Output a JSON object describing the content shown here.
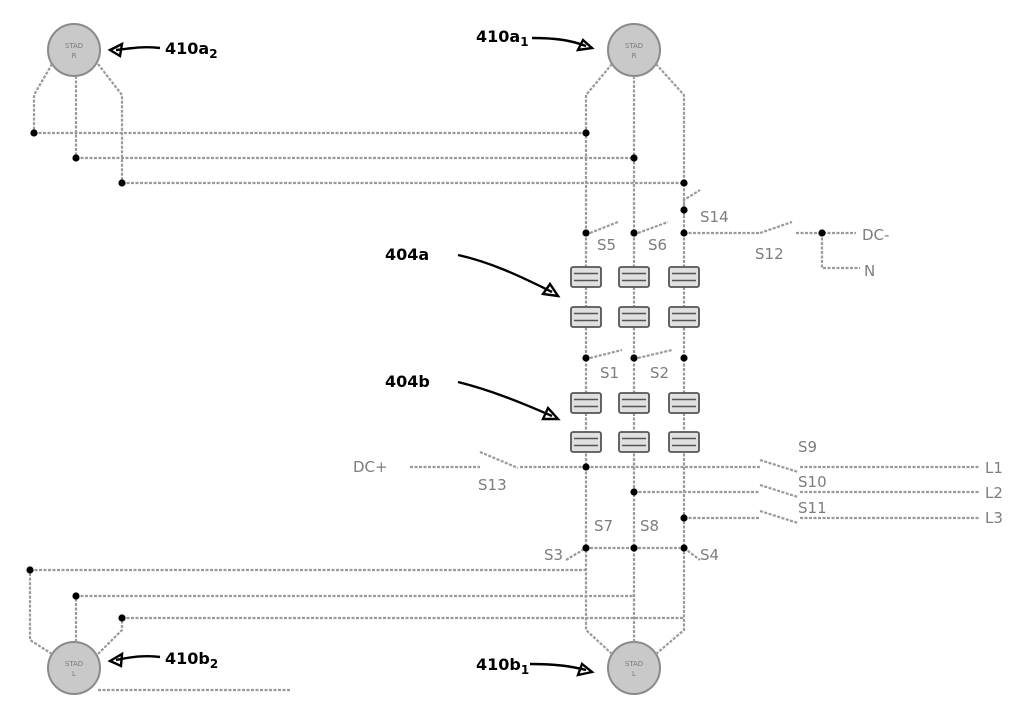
{
  "motors": {
    "a1": {
      "line1": "STAD",
      "line2": "R"
    },
    "a2": {
      "line1": "STAD",
      "line2": "R"
    },
    "b1": {
      "line1": "STAD",
      "line2": "L"
    },
    "b2": {
      "line1": "STAD",
      "line2": "L"
    }
  },
  "refs": {
    "m410a1": {
      "main": "410a",
      "sub": "1"
    },
    "m410a2": {
      "main": "410a",
      "sub": "2"
    },
    "m410b1": {
      "main": "410b",
      "sub": "1"
    },
    "m410b2": {
      "main": "410b",
      "sub": "2"
    },
    "r404a": "404a",
    "r404b": "404b"
  },
  "switches": {
    "S1": "S1",
    "S2": "S2",
    "S3": "S3",
    "S4": "S4",
    "S5": "S5",
    "S6": "S6",
    "S7": "S7",
    "S8": "S8",
    "S9": "S9",
    "S10": "S10",
    "S11": "S11",
    "S12": "S12",
    "S13": "S13",
    "S14": "S14"
  },
  "terminals": {
    "dc_minus": "DC-",
    "dc_plus": "DC+",
    "neutral": "N",
    "L1": "L1",
    "L2": "L2",
    "L3": "L3"
  }
}
